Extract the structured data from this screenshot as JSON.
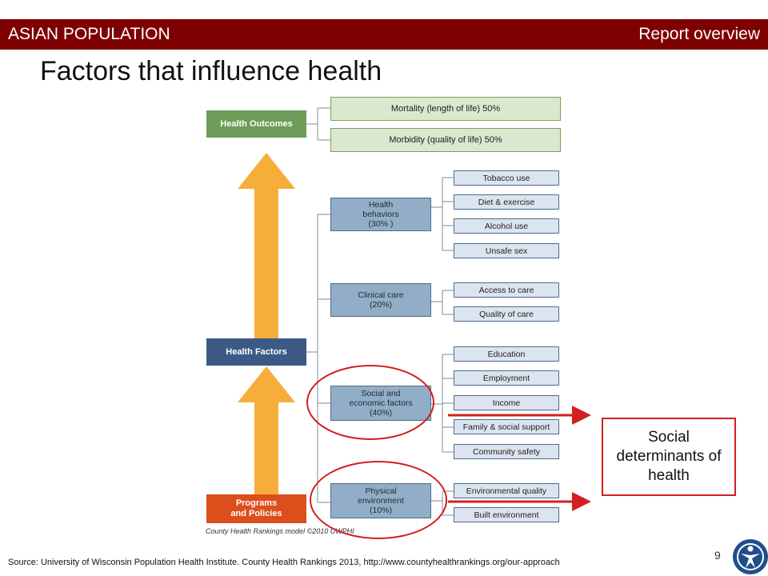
{
  "header": {
    "section": "ASIAN POPULATION",
    "subtitle": "Report overview"
  },
  "title": "Factors that influence health",
  "diagram": {
    "health_outcomes": "Health Outcomes",
    "outcomes": [
      "Mortality (length of life) 50%",
      "Morbidity (quality of life) 50%"
    ],
    "health_factors": "Health Factors",
    "programs": "Programs and Policies",
    "groups": [
      {
        "label": "Health behaviors (30% )",
        "items": [
          "Tobacco use",
          "Diet & exercise",
          "Alcohol use",
          "Unsafe sex"
        ]
      },
      {
        "label": "Clinical care (20%)",
        "items": [
          "Access to care",
          "Quality of care"
        ]
      },
      {
        "label": "Social and economic factors (40%)",
        "items": [
          "Education",
          "Employment",
          "Income",
          "Family & social support",
          "Community safety"
        ]
      },
      {
        "label": "Physical environment (10%)",
        "items": [
          "Environmental quality",
          "Built environment"
        ]
      }
    ],
    "caption": "County Health Rankings model ©2010 UWPHI"
  },
  "callout": "Social determinants of health",
  "source": "Source:  University of Wisconsin Population Health Institute. County Health Rankings 2013, http://www.countyhealthrankings.org/our-approach",
  "page_number": "9",
  "colors": {
    "header_bg": "#7f0000",
    "highlight": "#d21f1f",
    "outcomes_green": "#6f9c58",
    "factors_blue": "#3d5a86",
    "programs_orange": "#dc4e1c",
    "arrow_orange": "#f6ad3a"
  }
}
